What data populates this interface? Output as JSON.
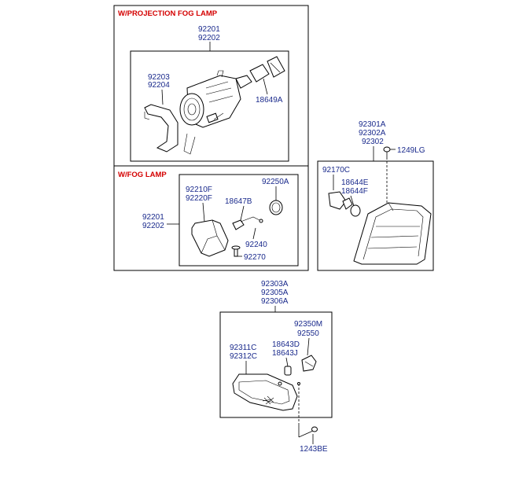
{
  "sections": {
    "projection_fog_lamp": "W/PROJECTION FOG LAMP",
    "fog_lamp": "W/FOG LAMP"
  },
  "labels": {
    "proj_lamp_a": "92201",
    "proj_lamp_b": "92202",
    "proj_bracket_a": "92203",
    "proj_bracket_b": "92204",
    "proj_bulb": "18649A",
    "fog_housing_a": "92210F",
    "fog_housing_b": "92220F",
    "fog_bulb": "18647B",
    "fog_cap": "92250A",
    "fog_lamp_a": "92201",
    "fog_lamp_b": "92202",
    "fog_wire": "92240",
    "fog_screw": "92270",
    "corner_lamp_a": "92301A",
    "corner_lamp_b": "92302A",
    "corner_lamp_c": "92302",
    "corner_screw": "1249LG",
    "corner_socket": "92170C",
    "corner_bulb_a": "18644E",
    "corner_bulb_b": "18644F",
    "side_lamp_a": "92303A",
    "side_lamp_b": "92305A",
    "side_lamp_c": "92306A",
    "side_socket_a": "92350M",
    "side_socket_b": "92550",
    "side_housing_a": "92311C",
    "side_housing_b": "92312C",
    "side_bulb_a": "18643D",
    "side_bulb_b": "18643J",
    "side_screw": "1243BE"
  }
}
